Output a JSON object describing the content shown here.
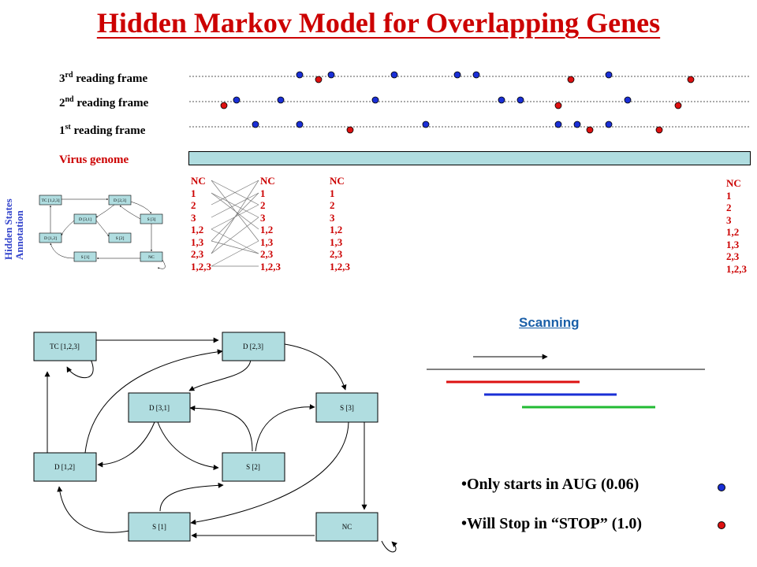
{
  "title": "Hidden Markov Model for Overlapping Genes",
  "frames": {
    "third": {
      "num": "3",
      "sup": "rd",
      "text": " reading frame"
    },
    "second": {
      "num": "2",
      "sup": "nd",
      "text": " reading frame"
    },
    "first": {
      "num": "1",
      "sup": "st",
      "text": " reading frame"
    }
  },
  "genome_label": "Virus genome",
  "hidden_states_label": "Hidden States Annotation",
  "state_column": [
    "NC",
    "1",
    "2",
    "3",
    "1,2",
    "1,3",
    "2,3",
    "1,2,3"
  ],
  "scanning_label": "Scanning",
  "legend": {
    "start": "•Only starts in AUG (0.06)",
    "stop": "•Will Stop in “STOP” (1.0)"
  },
  "states": {
    "tc": "TC [1,2,3]",
    "d23": "D [2,3]",
    "d31": "D [3,1]",
    "s3": "S [3]",
    "d12": "D [1,2]",
    "s2": "S [2]",
    "s1": "S [1]",
    "nc": "NC"
  },
  "mini_states": {
    "tc": "TC [1,2,3]",
    "d23": "D [2,3]",
    "d31": "D [3,1]",
    "s3": "S [3]",
    "d12": "D [1,2]",
    "s2": "S [2]",
    "s1": "S [1]",
    "nc": "NC"
  },
  "colors": {
    "title": "#cc0000",
    "start_dot": "#1a2fd6",
    "stop_dot": "#dd1111",
    "box_fill": "#b0dde0",
    "scan_red": "#dd1111",
    "scan_blue": "#1a2fd6",
    "scan_green": "#22bb33"
  }
}
